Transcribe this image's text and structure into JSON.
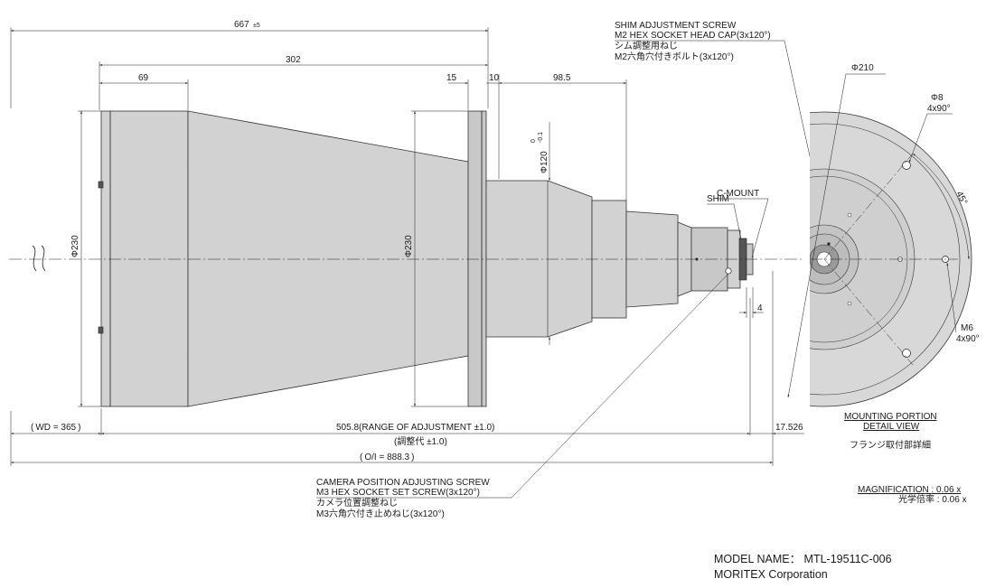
{
  "dimensions": {
    "overall": "667",
    "overall_tol": "±5",
    "d302": "302",
    "d69": "69",
    "d15": "15",
    "d10": "10",
    "d98_5": "98.5",
    "dia230_left": "Φ230",
    "dia230_mid": "Φ230",
    "dia120": "Φ120",
    "dia120_tol_upper": "0",
    "dia120_tol_lower": "-0.1",
    "d4": "4",
    "d17_526": "17.526"
  },
  "labels": {
    "shim_adjust_1": "SHIM ADJUSTMENT SCREW",
    "shim_adjust_2": "M2 HEX SOCKET HEAD CAP(3x120°)",
    "shim_adjust_3": "シム調整用ねじ",
    "shim_adjust_4": "M2六角穴付きボルト(3x120°)",
    "c_mount": "C-MOUNT",
    "shim": "SHIM",
    "dia210": "Φ210",
    "dia8": "Φ8",
    "dia8_count": "4x90°",
    "angle45": "45°",
    "m6": "M6",
    "m6_count": "4x90°",
    "mounting_1": "MOUNTING PORTION",
    "mounting_2": "DETAIL VIEW",
    "mounting_jp": "フランジ取付部詳細",
    "wd": "WD = 365",
    "range": "505.8(RANGE OF ADJUSTMENT ±1.0)",
    "range_jp": "(調整代 ±1.0)",
    "oi": "O/I = 888.3",
    "camera_1": "CAMERA POSITION ADJUSTING SCREW",
    "camera_2": "M3 HEX SOCKET SET SCREW(3x120°)",
    "camera_3": "カメラ位置調整ねじ",
    "camera_4": "M3六角穴付き止めねじ(3x120°)",
    "magnification": "MAGNIFICATION : 0.06 x",
    "magnification_jp": "光学倍率 : 0.06 x",
    "model": "MODEL NAME： MTL-19511C-006",
    "company": "MORITEX Corporation"
  },
  "colors": {
    "body": "#d2d2d2",
    "line": "#1a1a1a"
  }
}
